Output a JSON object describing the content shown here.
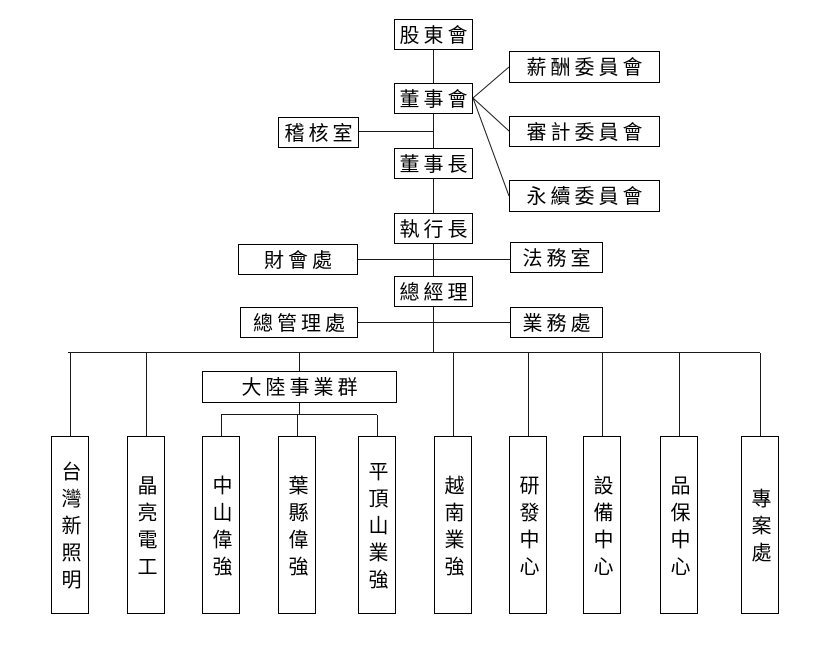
{
  "org_chart": {
    "nodes": {
      "shareholders": "股東會",
      "board": "董事會",
      "compensation_committee": "薪酬委員會",
      "audit_committee": "審計委員會",
      "sustainability_committee": "永續委員會",
      "audit_office": "稽核室",
      "chairman": "董事長",
      "ceo": "執行長",
      "finance_accounting_office": "財會處",
      "legal_office": "法務室",
      "general_manager": "總經理",
      "general_management_office": "總管理處",
      "sales_office": "業務處",
      "mainland_business_group": "大陸事業群",
      "taiwan_new_lighting": "台灣新照明",
      "jingliang_electric": "晶亮電工",
      "zhongshan_weiqiang": "中山偉強",
      "yexian_weiqiang": "葉縣偉強",
      "pingdingshan_yeqiang": "平頂山業強",
      "vietnam_yeqiang": "越南業強",
      "rd_center": "研發中心",
      "equipment_center": "設備中心",
      "quality_assurance_center": "品保中心",
      "project_office": "專案處"
    },
    "edges": [
      {
        "from": "shareholders",
        "to": "board"
      },
      {
        "from": "board",
        "to": "compensation_committee"
      },
      {
        "from": "board",
        "to": "audit_committee"
      },
      {
        "from": "board",
        "to": "sustainability_committee"
      },
      {
        "from": "board",
        "to": "audit_office"
      },
      {
        "from": "board",
        "to": "chairman"
      },
      {
        "from": "chairman",
        "to": "ceo"
      },
      {
        "from": "ceo",
        "to": "finance_accounting_office"
      },
      {
        "from": "ceo",
        "to": "legal_office"
      },
      {
        "from": "ceo",
        "to": "general_manager"
      },
      {
        "from": "general_manager",
        "to": "general_management_office"
      },
      {
        "from": "general_manager",
        "to": "sales_office"
      },
      {
        "from": "general_manager",
        "to": "taiwan_new_lighting"
      },
      {
        "from": "general_manager",
        "to": "jingliang_electric"
      },
      {
        "from": "general_manager",
        "to": "mainland_business_group"
      },
      {
        "from": "mainland_business_group",
        "to": "zhongshan_weiqiang"
      },
      {
        "from": "mainland_business_group",
        "to": "yexian_weiqiang"
      },
      {
        "from": "mainland_business_group",
        "to": "pingdingshan_yeqiang"
      },
      {
        "from": "general_manager",
        "to": "vietnam_yeqiang"
      },
      {
        "from": "general_manager",
        "to": "rd_center"
      },
      {
        "from": "general_manager",
        "to": "equipment_center"
      },
      {
        "from": "general_manager",
        "to": "quality_assurance_center"
      },
      {
        "from": "general_manager",
        "to": "project_office"
      }
    ],
    "colors": {
      "background": "#ffffff",
      "box_border": "#000000",
      "line": "#1a1a1a",
      "text": "#000000"
    }
  }
}
